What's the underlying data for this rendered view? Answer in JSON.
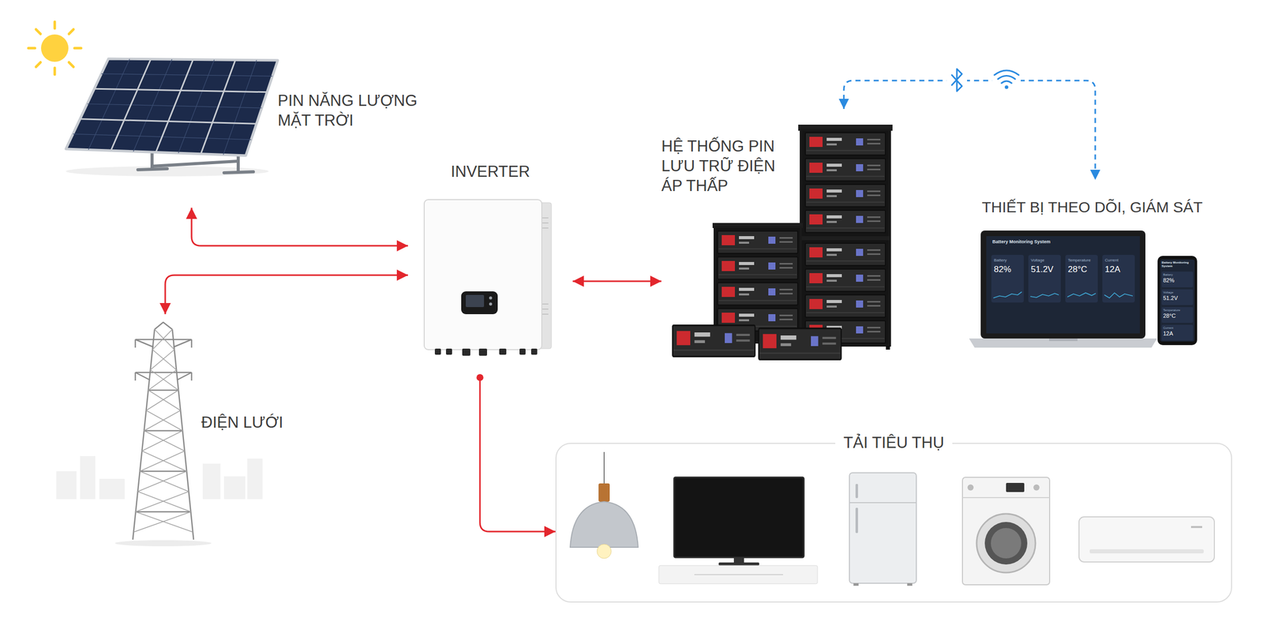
{
  "diagram": {
    "nodes": [
      {
        "text": [
          "PIN NĂNG LƯỢNG MẶT TRỜI"
        ]
      },
      {
        "text": [
          "INVERTER"
        ]
      },
      {
        "text": [
          "HỆ THỐNG PIN LƯU TRỮ ĐIỆN ÁP THẤP"
        ]
      },
      {
        "text": [
          "THIẾT BỊ THEO DÕI, GIÁM SÁT"
        ]
      },
      {
        "text": [
          "ĐIỆN LƯỚI"
        ]
      },
      {
        "text": [
          "TẢI TIÊU THỤ"
        ]
      }
    ],
    "edges": [
      {
        "from": 1,
        "to": 0,
        "arrow": "both"
      },
      {
        "from": 1,
        "to": 4,
        "arrow": "both"
      },
      {
        "from": 1,
        "to": 2,
        "arrow": "both"
      },
      {
        "from": 2,
        "to": 3,
        "arrow": "both"
      },
      {
        "from": 1,
        "to": 5,
        "arrow": "to"
      }
    ],
    "labels": [
      "Battery Monitoring System",
      "Battery",
      "82%",
      "Voltage",
      "51.2V",
      "Temperature",
      "28°C",
      "Current",
      "12A",
      "Battery Monitoring System",
      "Battery",
      "82%",
      "Voltage",
      "51.2V",
      "Temperature",
      "28°C",
      "Current",
      "12A"
    ]
  }
}
